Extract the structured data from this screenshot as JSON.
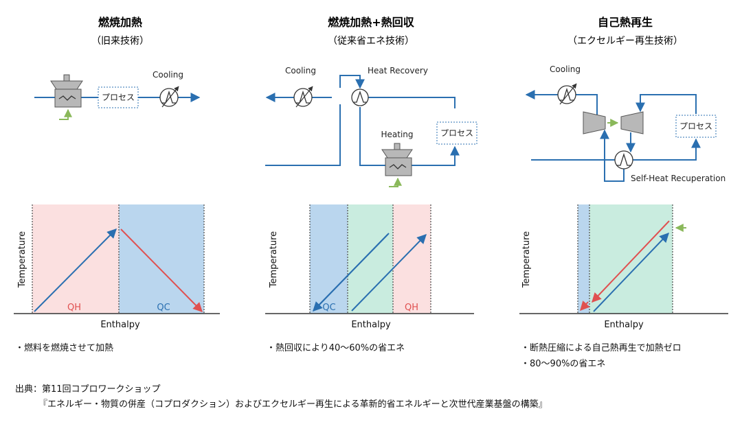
{
  "panels": [
    {
      "title": "燃焼加熱",
      "subtitle": "（旧来技術）",
      "labels": {
        "cooling": "Cooling",
        "process": "プロセス"
      },
      "chart": {
        "ylabel": "Temperature",
        "xlabel": "Enthalpy",
        "region1": "QH",
        "region2": "QC"
      },
      "notes": [
        "・燃料を燃焼させて加熱"
      ]
    },
    {
      "title": "燃焼加熱+熱回収",
      "subtitle": "（従来省エネ技術）",
      "labels": {
        "cooling": "Cooling",
        "heat_recovery": "Heat Recovery",
        "heating": "Heating",
        "process": "プロセス"
      },
      "chart": {
        "ylabel": "Temperature",
        "xlabel": "Enthalpy",
        "region1": "QC",
        "region2": "QH"
      },
      "notes": [
        "・熱回収により40～60%の省エネ"
      ]
    },
    {
      "title": "自己熱再生",
      "subtitle": "（エクセルギー再生技術）",
      "labels": {
        "cooling": "Cooling",
        "process": "プロセス",
        "recuperation": "Self-Heat Recuperation"
      },
      "chart": {
        "ylabel": "Temperature",
        "xlabel": "Enthalpy"
      },
      "notes": [
        "・断熱圧縮による自己熱再生で加熱ゼロ",
        "・80～90%の省エネ"
      ]
    }
  ],
  "source": {
    "line1": "出典：第11回コプロワークショップ",
    "line2": "『エネルギー・物質の併産（コプロダクション）およびエクセルギー再生による革新的省エネルギーと次世代産業基盤の構築』"
  },
  "colors": {
    "flow_blue": "#2a6fb0",
    "hot_red": "#e05050",
    "fuel_green": "#8ab85a",
    "region_pink": "#fbe0e0",
    "region_blue": "#bad6ee",
    "region_mint": "#c9ecdf",
    "equipment_gray": "#b8b8b8"
  }
}
